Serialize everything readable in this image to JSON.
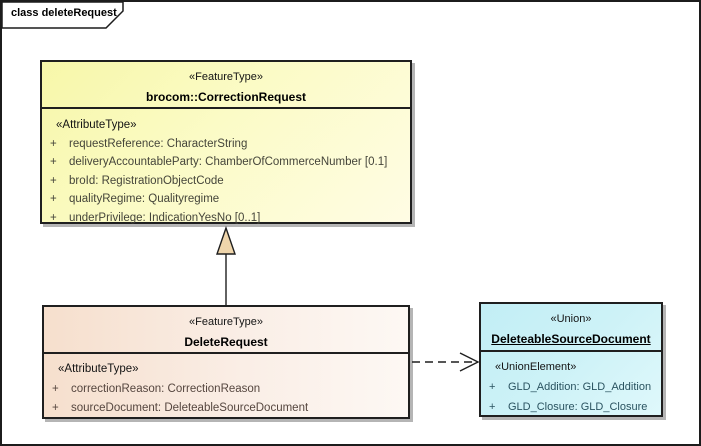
{
  "frame": {
    "title": "class deleteRequest"
  },
  "classes": {
    "correctionRequest": {
      "stereotype": "«FeatureType»",
      "name": "brocom::CorrectionRequest",
      "attr_stereotype": "«AttributeType»",
      "attributes": [
        {
          "vis": "+",
          "text": "requestReference: CharacterString"
        },
        {
          "vis": "+",
          "text": "deliveryAccountableParty: ChamberOfCommerceNumber [0.1]"
        },
        {
          "vis": "+",
          "text": "broId: RegistrationObjectCode"
        },
        {
          "vis": "+",
          "text": "qualityRegime: Qualityregime"
        },
        {
          "vis": "+",
          "text": "underPrivilege: IndicationYesNo [0..1]"
        }
      ],
      "fill": "#fbfbc6"
    },
    "deleteRequest": {
      "stereotype": "«FeatureType»",
      "name": "DeleteRequest",
      "attr_stereotype": "«AttributeType»",
      "attributes": [
        {
          "vis": "+",
          "text": "correctionReason: CorrectionReason"
        },
        {
          "vis": "+",
          "text": "sourceDocument: DeleteableSourceDocument"
        }
      ],
      "fill": "#f6dfcd"
    },
    "deleteableSourceDocument": {
      "stereotype": "«Union»",
      "name": "DeleteableSourceDocument",
      "attr_stereotype": "«UnionElement»",
      "attributes": [
        {
          "vis": "+",
          "text": "GLD_Addition: GLD_Addition"
        },
        {
          "vis": "+",
          "text": "GLD_Closure: GLD_Closure"
        }
      ],
      "fill": "#cdf2f7"
    }
  },
  "relations": [
    {
      "type": "generalization",
      "from": "DeleteRequest",
      "to": "brocom::CorrectionRequest"
    },
    {
      "type": "dependency",
      "from": "DeleteRequest",
      "to": "DeleteableSourceDocument"
    }
  ],
  "colors": {
    "frame_border": "#1c1c1c",
    "box_border": "#1f1f1f",
    "yellow_fill": "#fbfbc6",
    "peach_fill": "#f6dfcd",
    "cyan_fill": "#cdf2f7",
    "generalization_arrow_fill": "#efd5ab",
    "shadow": "#787878"
  }
}
